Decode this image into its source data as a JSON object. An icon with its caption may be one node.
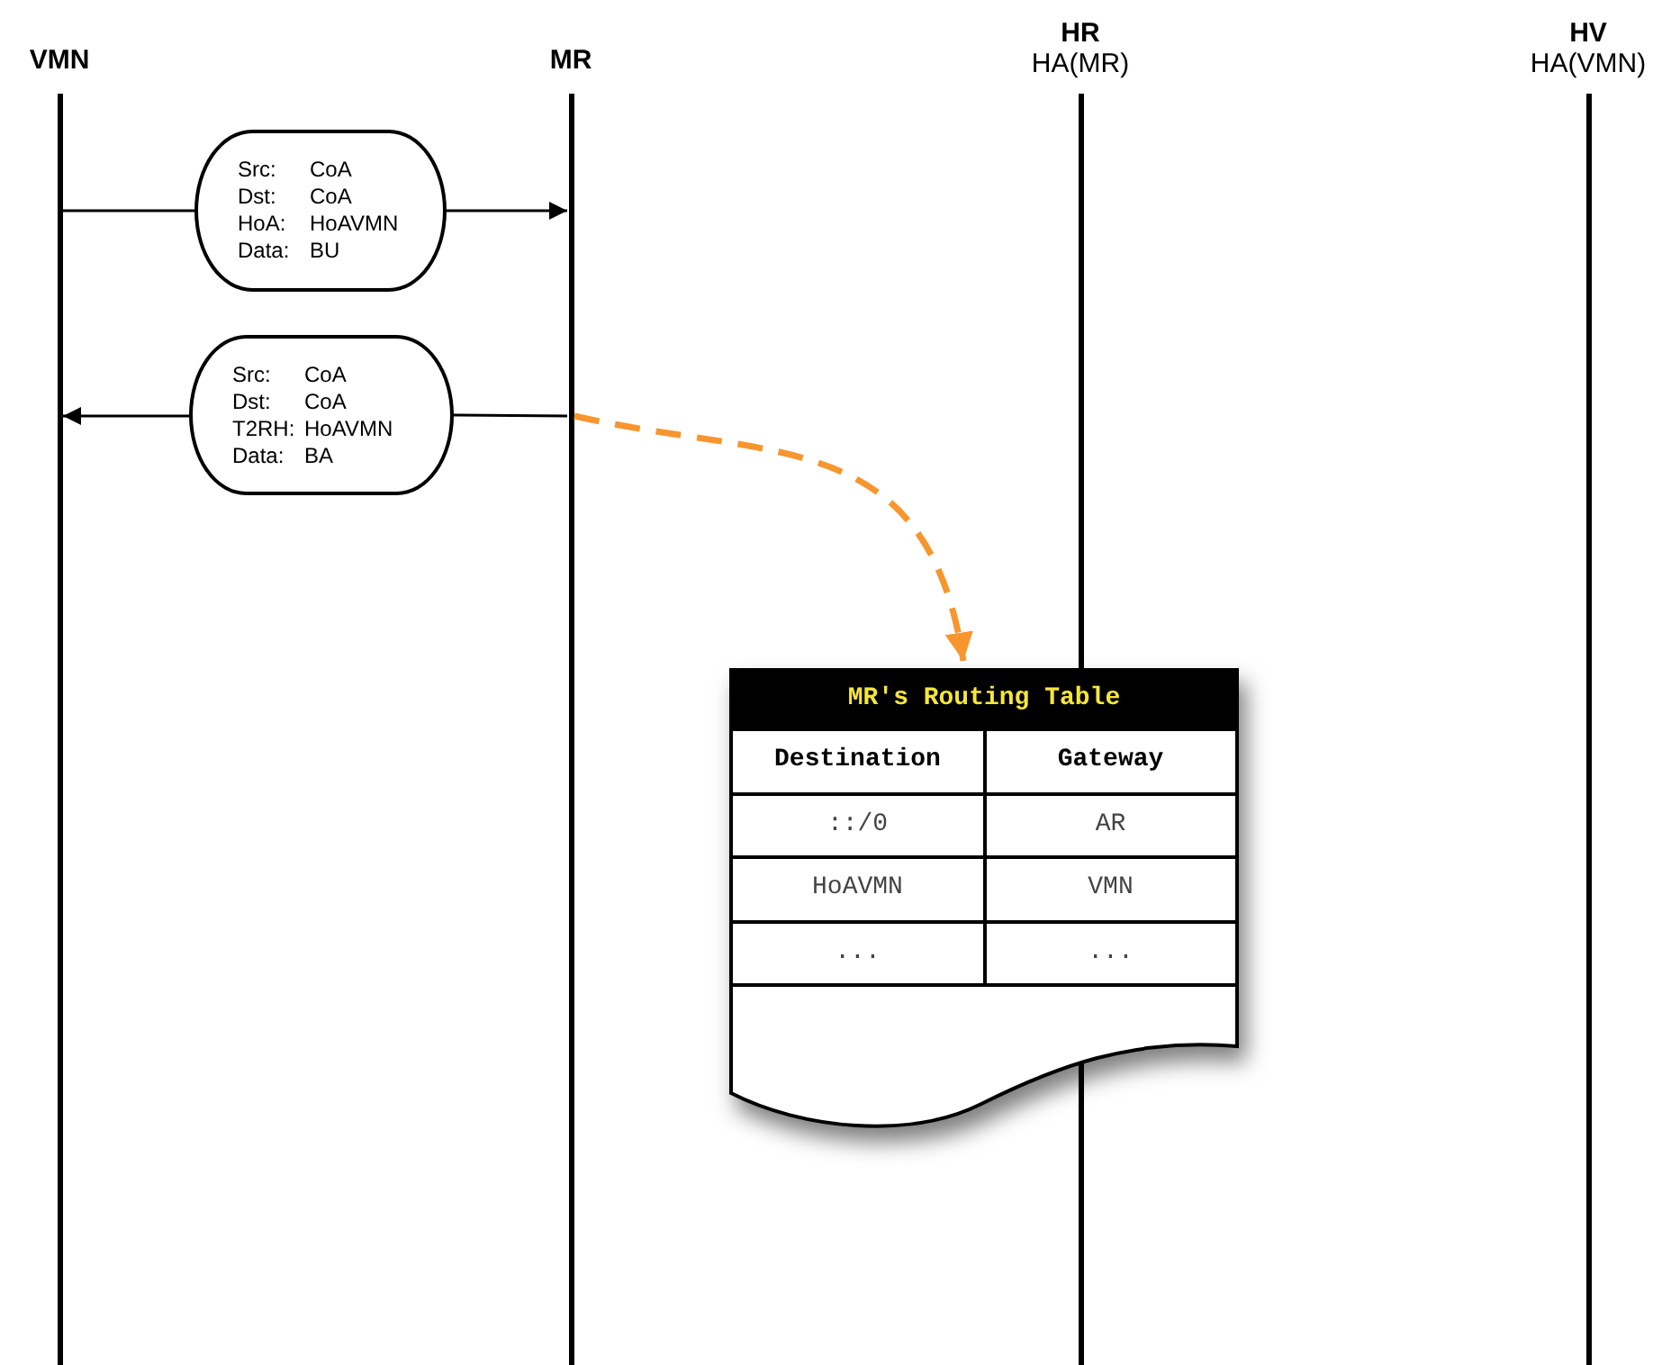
{
  "diagram": {
    "nodes": [
      {
        "text": [
          "VMN"
        ]
      },
      {
        "text": [
          "MR"
        ]
      },
      {
        "text": [
          "HR",
          "HA(MR)"
        ]
      },
      {
        "text": [
          "HV",
          "HA(VMN)"
        ]
      },
      {
        "text": [
          "Src:",
          "CoA",
          "Dst:",
          "CoA",
          "HoA:",
          "HoAVMN",
          "Data:",
          "BU"
        ]
      },
      {
        "text": [
          "Src:",
          "CoA",
          "Dst:",
          "CoA",
          "T2RH:",
          "HoAVMN",
          "Data:",
          "BA"
        ]
      },
      {
        "text": [
          "MR's Routing Table",
          "Destination",
          "Gateway",
          "::/0",
          "AR",
          "HoAVMN",
          "VMN",
          "...",
          "..."
        ]
      }
    ],
    "edges": [
      {
        "from": 0,
        "to": 4,
        "arrow": "none"
      },
      {
        "from": 4,
        "to": 1,
        "arrow": "to"
      },
      {
        "from": 1,
        "to": 5,
        "arrow": "none"
      },
      {
        "from": 5,
        "to": 0,
        "arrow": "to"
      },
      {
        "from": 1,
        "to": 6,
        "arrow": "to",
        "style": "dashed",
        "color": "#f7962f"
      }
    ]
  }
}
